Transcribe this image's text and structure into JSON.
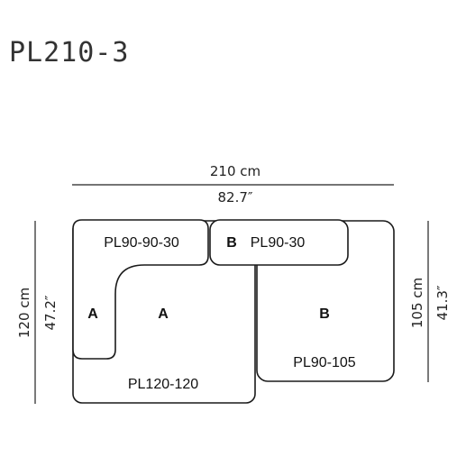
{
  "title": "PL210-3",
  "dimensions": {
    "width_cm": "210 cm",
    "width_in": "82.7″",
    "left_height_cm": "120 cm",
    "left_height_in": "47.2″",
    "right_height_cm": "105 cm",
    "right_height_in": "41.3″"
  },
  "modules": {
    "pl90_90_30": "PL90-90-30",
    "armrest_letter": "A",
    "seat_letter": "A",
    "pl120_120": "PL120-120",
    "top_b_letter": "B",
    "pl90_30": "PL90-30",
    "right_b_letter": "B",
    "pl90_105": "PL90-105"
  },
  "colors": {
    "stroke": "#1a1a1a",
    "text": "#111111"
  }
}
